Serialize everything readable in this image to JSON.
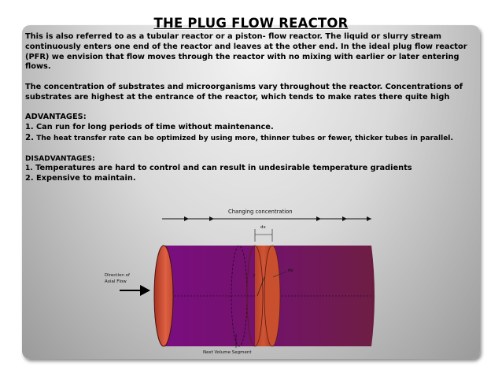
{
  "title": "THE PLUG FLOW REACTOR",
  "intro": "This is also referred to as a tubular reactor or a piston- flow reactor. The liquid or slurry stream continuously enters one end of the reactor and leaves at the other end. In the ideal plug flow reactor (PFR) we envision that flow moves through the reactor with no mixing with earlier or later entering flows.",
  "concentration": "The concentration of substrates and microorganisms vary throughout the reactor. Concentrations of substrates are highest at the entrance of the reactor, which tends to make rates there quite high",
  "advantages": {
    "heading": "ADVANTAGES:",
    "item1": "1.  Can run for long periods of time without maintenance.",
    "item2_num": "2.",
    "item2_text": " The heat transfer rate can be optimized by using more, thinner tubes or fewer, thicker tubes in parallel",
    "item2_end": "."
  },
  "disadvantages": {
    "heading": "DISADVANTAGES:",
    "item1_num": "1.",
    "item1_text": " Temperatures are hard to control and can result in undesirable temperature gradients",
    "item2": "2. Expensive to maintain."
  },
  "diagram": {
    "changing_concentration": "Changing concentration",
    "dx": "dx",
    "r": "r",
    "dv": "dv",
    "direction_line1": "Direction of",
    "direction_line2": "Axial Flow",
    "next_segment": "Next Volume Segment",
    "colors": {
      "tube_start": "#7a0d80",
      "tube_end": "#6e1e44",
      "segment": "#c64a2e",
      "end_cap": "#d7553a"
    }
  }
}
